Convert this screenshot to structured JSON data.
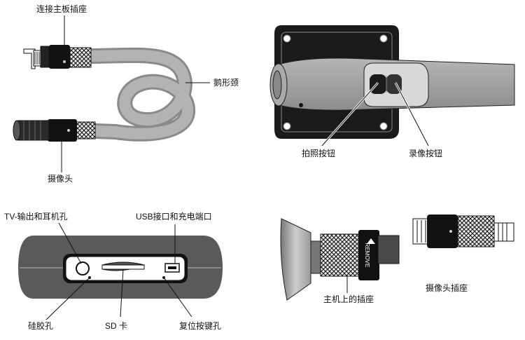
{
  "panels": [
    {
      "id": "gooseneck-camera",
      "labels": [
        "连接主板插座",
        "鹅形颈",
        "摄像头"
      ]
    },
    {
      "id": "main-unit-top",
      "labels": [
        "拍照按钮",
        "录像按钮"
      ]
    },
    {
      "id": "main-unit-side",
      "labels": [
        "TV-输出和耳机孔",
        "USB接口和充电端口",
        "硅胶孔",
        "SD 卡",
        "复位按键孔"
      ]
    },
    {
      "id": "detach-camera",
      "labels": [
        "主机上的插座",
        "摄像头插座"
      ],
      "sleeve_text": "REMOVE"
    }
  ],
  "colors": {
    "line": "#111111",
    "tube": "#9a9a9a",
    "body": "#555555",
    "plate": "#1c1c1c"
  }
}
